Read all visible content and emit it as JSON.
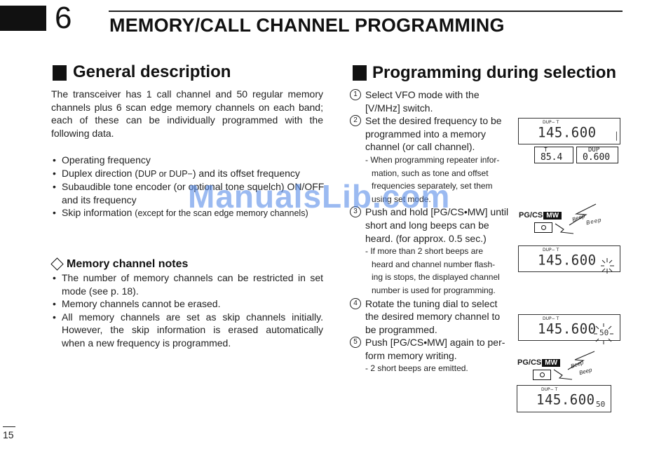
{
  "header": {
    "chapter_number": "6",
    "chapter_title": "MEMORY/CALL CHANNEL PROGRAMMING"
  },
  "general": {
    "heading": "General description",
    "intro_lines": [
      "The transceiver has 1 call channel and 50 regular memory",
      "channels plus 6 scan edge memory channels on each band;",
      "each of these can be individually programmed with the",
      "following data."
    ],
    "bullets": [
      {
        "main": "Operating frequency",
        "small": ""
      },
      {
        "main": "Duplex direction (",
        "small": "DUP or DUP−",
        "tail": ") and its offset frequency"
      },
      {
        "main": "Subaudible tone encoder (or optional tone squelch) ON/OFF",
        "line2": "and its frequency"
      },
      {
        "main": "Skip information ",
        "small": "(except for the scan edge memory channels)"
      }
    ]
  },
  "memory_notes": {
    "heading": "Memory channel notes",
    "items": [
      [
        "The number of memory channels can be restricted in set",
        "mode (see p. 18)."
      ],
      [
        "Memory channels cannot be erased."
      ],
      [
        "All memory channels are set as skip channels initially.",
        "However, the skip information is erased automatically",
        "when a new frequency is programmed."
      ]
    ]
  },
  "programming": {
    "heading": "Programming during selection",
    "steps": [
      {
        "num": "1",
        "lines": [
          "Select VFO mode with the",
          "[V/MHz] switch."
        ]
      },
      {
        "num": "2",
        "lines": [
          "Set the desired frequency to be",
          "programmed into a memory",
          "channel (or call channel)."
        ],
        "note": [
          "When programming repeater infor-",
          "mation, such as tone and offset",
          "frequencies separately, set them",
          "using set mode."
        ]
      },
      {
        "num": "3",
        "lines": [
          "Push and hold [PG/CS•MW] until",
          "short and long beeps can be",
          "heard. (for approx. 0.5 sec.)"
        ],
        "note": [
          "If more than 2 short beeps are",
          "heard and channel number flash-",
          "ing is stops, the displayed channel",
          "number is used for programming."
        ]
      },
      {
        "num": "4",
        "lines": [
          "Rotate the tuning dial to select",
          "the desired memory channel to",
          "be programmed."
        ]
      },
      {
        "num": "5",
        "lines": [
          "Push [PG/CS•MW] again to per-",
          "form memory writing."
        ],
        "note": [
          "2 short beeps are emitted."
        ]
      }
    ]
  },
  "displays": {
    "indicator": "DUP− T",
    "frequency": "145.600",
    "channel": "50",
    "tone_label": "T",
    "tone_value": "85.4",
    "dup_label": "DUP",
    "dup_value": "0.600",
    "key_label": "PG/CS",
    "key_badge": "MW",
    "beep": "Beep",
    "beep2": "Beep"
  },
  "watermark": "ManualsLib.com",
  "footer": {
    "page_number": "15"
  }
}
